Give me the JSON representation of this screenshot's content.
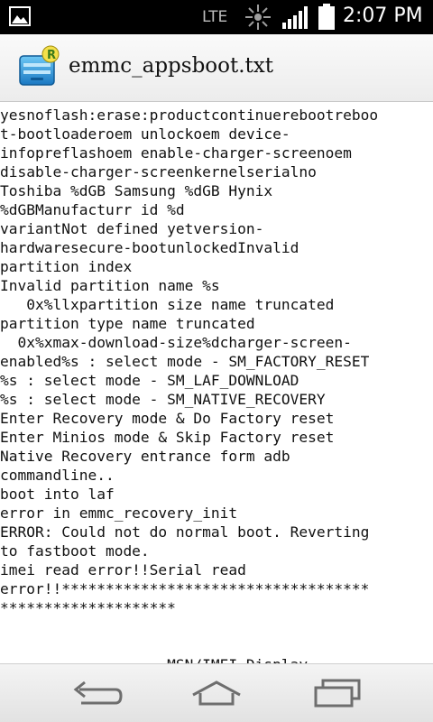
{
  "status_bar": {
    "network": "LTE",
    "time": "2:07 PM",
    "icons": [
      "gallery-icon",
      "sync-icon",
      "signal-icon",
      "battery-icon"
    ]
  },
  "title_bar": {
    "title": "emmc_appsboot.txt",
    "icon": "file-manager-icon"
  },
  "file_lines": [
    "",
    "yesnoflash:erase:productcontinuerebootreboo",
    "t-bootloaderoem unlockoem device-",
    "infopreflashoem enable-charger-screenoem",
    "disable-charger-screenkernelserialno",
    "Toshiba %dGB Samsung %dGB Hynix",
    "%dGBManufacturr id %d",
    "variantNot defined yetversion-",
    "hardwaresecure-bootunlockedInvalid",
    "partition index",
    "Invalid partition name %s",
    "   0x%llxpartition size name truncated",
    "partition type name truncated",
    "  0x%xmax-download-size%dcharger-screen-",
    "enabled%s : select mode - SM_FACTORY_RESET",
    "%s : select mode - SM_LAF_DOWNLOAD",
    "%s : select mode - SM_NATIVE_RECOVERY",
    "Enter Recovery mode & Do Factory reset",
    "Enter Minios mode & Skip Factory reset",
    "Native Recovery entrance form adb",
    "commandline..",
    "boot into laf",
    "error in emmc_recovery_init",
    "ERROR: Could not do normal boot. Reverting",
    "to fastboot mode.",
    "imei read error!!Serial read",
    "error!!***********************************",
    "********************",
    "",
    "",
    "                   MSN/IMEI Display"
  ],
  "nav_bar": {
    "buttons": [
      "back-icon",
      "home-icon",
      "recent-apps-icon"
    ]
  }
}
